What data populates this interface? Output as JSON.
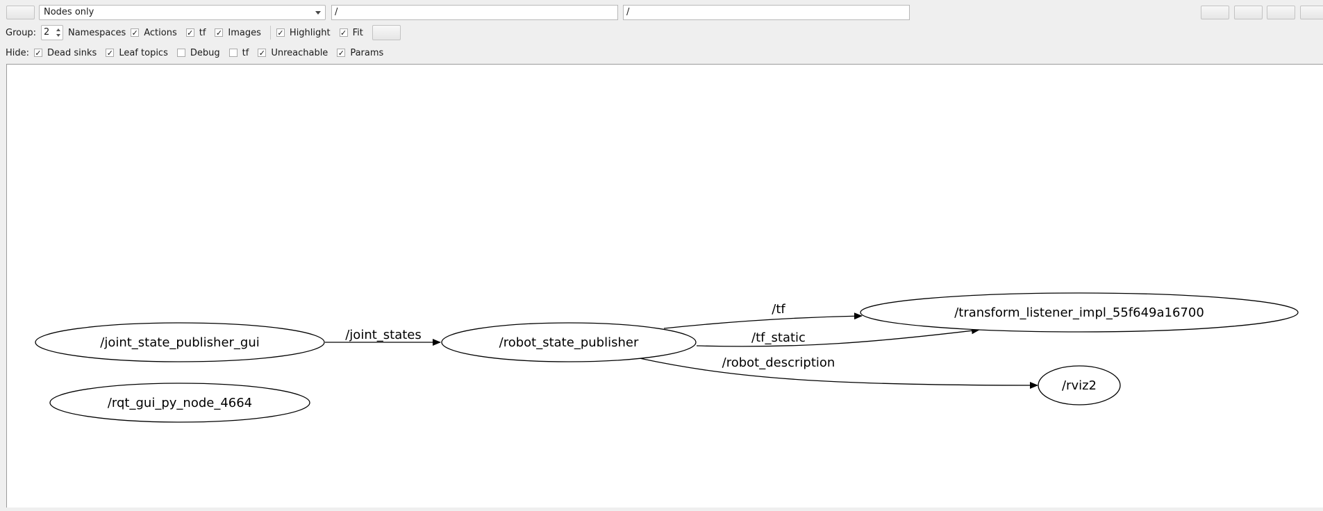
{
  "toolbar": {
    "mode_select": {
      "selected": "Nodes only"
    },
    "node_filter": {
      "value": "/"
    },
    "topic_filter": {
      "value": "/"
    }
  },
  "group_row": {
    "group_label": "Group:",
    "group_value": "2",
    "namespaces_label": "Namespaces",
    "actions_label": "Actions",
    "actions_checked": true,
    "tf_label": "tf",
    "tf_checked": true,
    "images_label": "Images",
    "images_checked": true,
    "highlight_label": "Highlight",
    "highlight_checked": true,
    "fit_label": "Fit",
    "fit_checked": true
  },
  "hide_row": {
    "hide_label": "Hide:",
    "dead_sinks_label": "Dead sinks",
    "dead_sinks_checked": true,
    "leaf_topics_label": "Leaf topics",
    "leaf_topics_checked": true,
    "debug_label": "Debug",
    "debug_checked": false,
    "tf_label": "tf",
    "tf_checked": false,
    "unreachable_label": "Unreachable",
    "unreachable_checked": true,
    "params_label": "Params",
    "params_checked": true
  },
  "graph": {
    "nodes": {
      "joint_state_publisher_gui": "/joint_state_publisher_gui",
      "rqt_gui_py_node": "/rqt_gui_py_node_4664",
      "robot_state_publisher": "/robot_state_publisher",
      "transform_listener": "/transform_listener_impl_55f649a16700",
      "rviz2": "/rviz2"
    },
    "edges": {
      "joint_states": "/joint_states",
      "tf": "/tf",
      "tf_static": "/tf_static",
      "robot_description": "/robot_description"
    }
  }
}
